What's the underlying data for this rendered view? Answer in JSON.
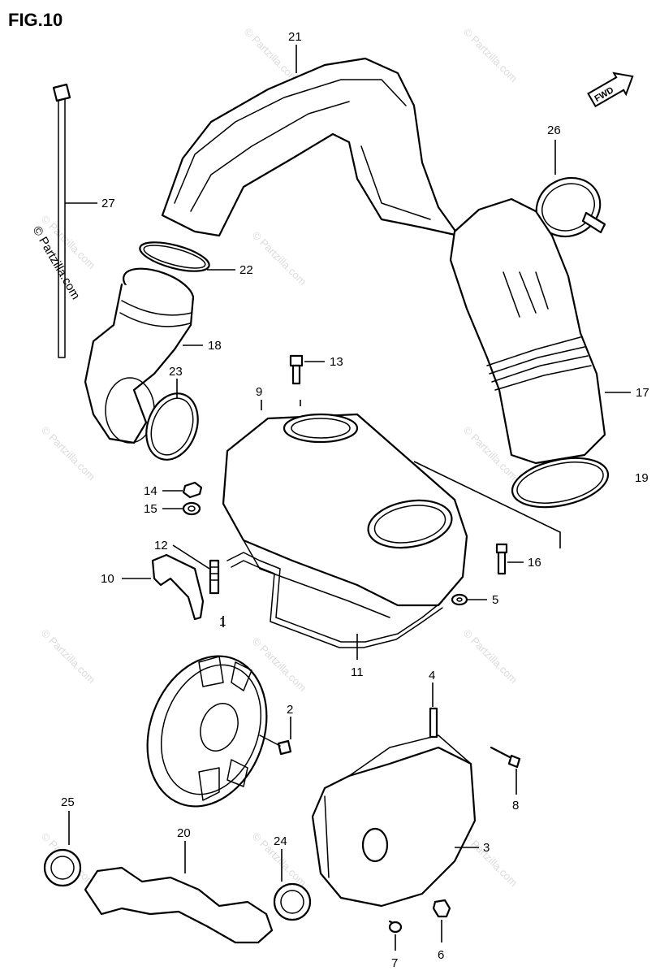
{
  "figure": {
    "title": "FIG.10"
  },
  "direction_badge": {
    "text": "FWD"
  },
  "watermarks": {
    "repeated_text": "© Partzilla.com",
    "vertical_text": "© Partzilla.com"
  },
  "callouts": [
    "1",
    "2",
    "3",
    "4",
    "5",
    "6",
    "7",
    "8",
    "9",
    "10",
    "11",
    "12",
    "13",
    "14",
    "15",
    "16",
    "17",
    "18",
    "19",
    "20",
    "21",
    "22",
    "23",
    "24",
    "25",
    "26",
    "27"
  ]
}
